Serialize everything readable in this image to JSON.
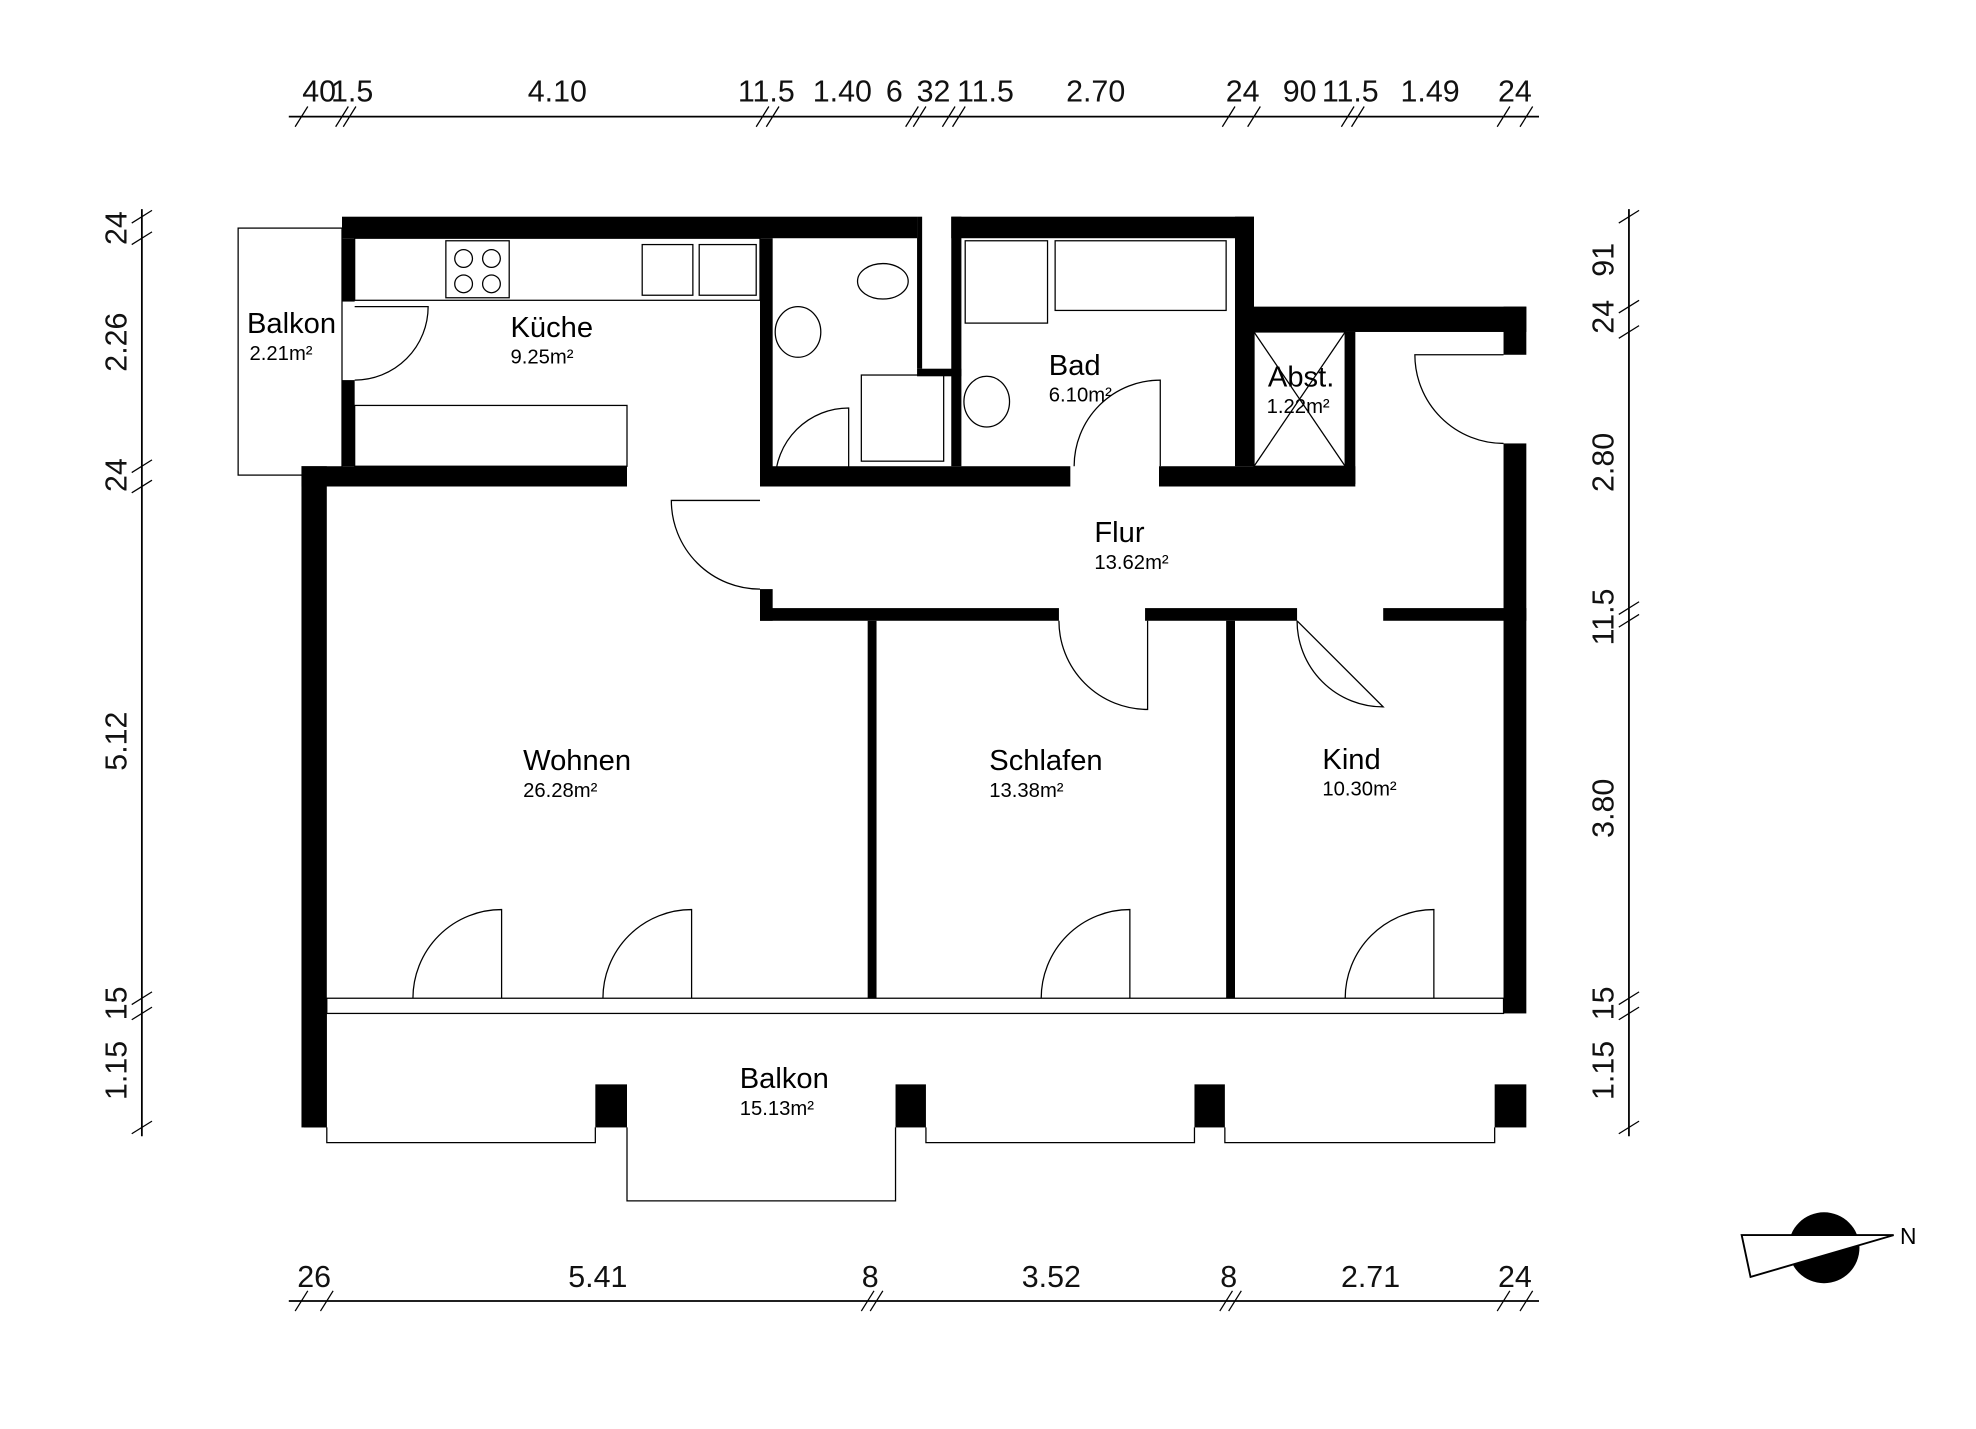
{
  "dimensions": {
    "top": [
      "40",
      "1.5",
      "4.10",
      "11.5",
      "1.40",
      "6",
      "32",
      "11.5",
      "2.70",
      "24",
      "90",
      "11.5",
      "1.49",
      "24"
    ],
    "left": [
      "24",
      "2.26",
      "24",
      "5.12",
      "15",
      "1.15"
    ],
    "right": [
      "91",
      "24",
      "2.80",
      "11.5",
      "3.80",
      "15",
      "1.15"
    ],
    "bottom": [
      "26",
      "5.41",
      "8",
      "3.52",
      "8",
      "2.71",
      "24"
    ]
  },
  "rooms": {
    "balkon_small": {
      "name": "Balkon",
      "area": "2.21m²"
    },
    "kueche": {
      "name": "Küche",
      "area": "9.25m²"
    },
    "bad": {
      "name": "Bad",
      "area": "6.10m²"
    },
    "abst": {
      "name": "Abst.",
      "area": "1.22m²"
    },
    "flur": {
      "name": "Flur",
      "area": "13.62m²"
    },
    "wohnen": {
      "name": "Wohnen",
      "area": "26.28m²"
    },
    "schlafen": {
      "name": "Schlafen",
      "area": "13.38m²"
    },
    "kind": {
      "name": "Kind",
      "area": "10.30m²"
    },
    "balkon_large": {
      "name": "Balkon",
      "area": "15.13m²"
    }
  },
  "compass": {
    "label": "N",
    "icon": "north-arrow-icon"
  }
}
